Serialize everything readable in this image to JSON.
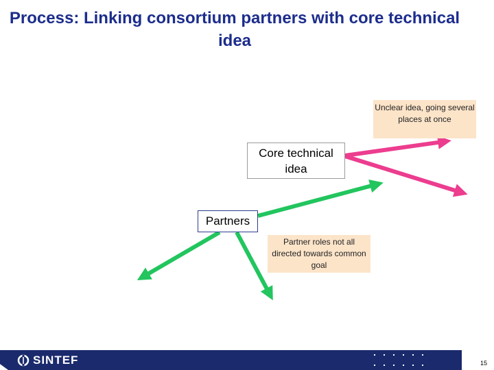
{
  "slide": {
    "title": "Process: Linking consortium partners with core technical idea",
    "page_number": "15"
  },
  "diagram": {
    "core_idea_label": "Core technical idea",
    "partners_label": "Partners",
    "unclear_note": "Unclear idea, going several places at once",
    "partner_roles_note": "Partner roles not all directed towards common goal"
  },
  "colors": {
    "title": "#1c2d8c",
    "green_arrows": "#22c55e",
    "pink_arrows": "#ec3d8f",
    "note_background": "#fce4c9",
    "footer_band": "#1a2a6c"
  },
  "footer": {
    "logo_text": "SINTEF",
    "logo_icon": "sintef-logo-icon"
  }
}
